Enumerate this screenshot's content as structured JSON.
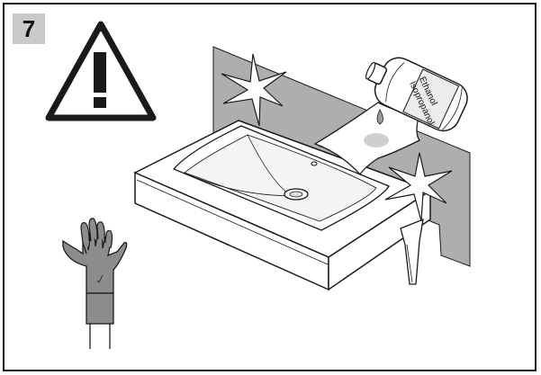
{
  "step": {
    "number": "7"
  },
  "bottle": {
    "label_line1": "Ethanol",
    "label_line2": "Isopropanol"
  },
  "colors": {
    "wall": "#aeaeae",
    "glove": "#8c8c8c",
    "stroke": "#1a1a1a",
    "badge": "#c9c9c9",
    "basin": "#ffffff"
  },
  "icons": [
    "warning-icon",
    "sparkle-icon",
    "glove-icon",
    "bottle-icon",
    "cloth-icon",
    "drop-icon"
  ]
}
